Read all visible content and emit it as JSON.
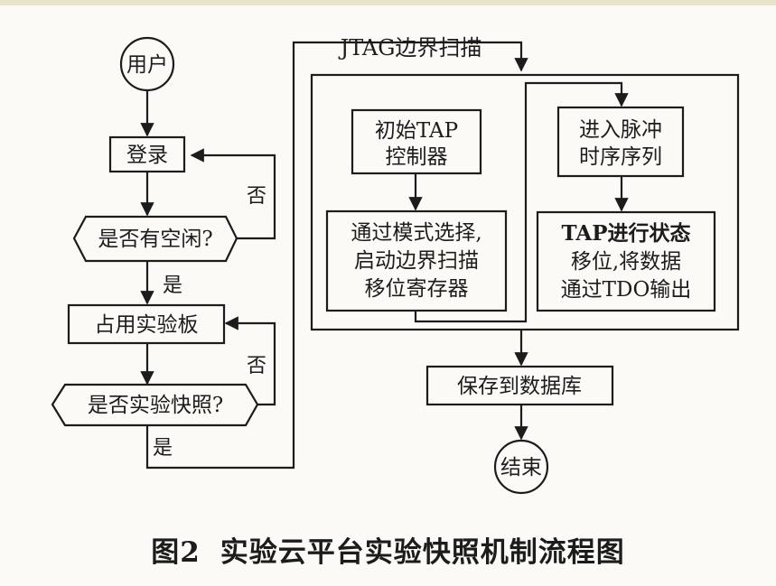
{
  "nodes": {
    "user": "用户",
    "login": "登录",
    "idle_check": "是否有空闲?",
    "occupy_board": "占用实验板",
    "snapshot_check": "是否实验快照?",
    "jtag_title": "JTAG边界扫描",
    "init_tap": [
      "初始TAP",
      "控制器"
    ],
    "mode_select": [
      "通过模式选择,",
      "启动边界扫描",
      "移位寄存器"
    ],
    "pulse_seq": [
      "进入脉冲",
      "时序序列"
    ],
    "tap_shift": [
      "TAP进行状态",
      "移位,将数据",
      "通过TDO输出"
    ],
    "save_db": "保存到数据库",
    "end": "结束"
  },
  "labels": {
    "yes": "是",
    "no": "否"
  },
  "caption": {
    "figure_no": "图2",
    "title": "实验云平台实验快照机制流程图"
  }
}
